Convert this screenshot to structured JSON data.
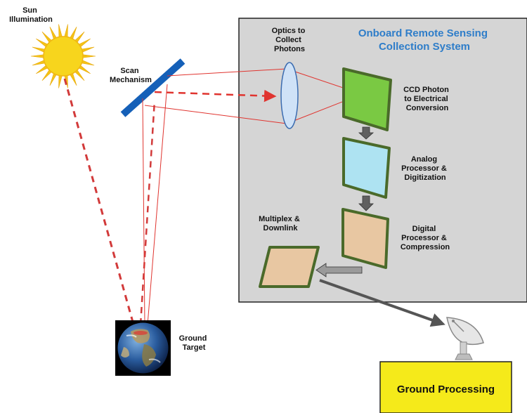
{
  "colors": {
    "system_box": "#d5d5d5",
    "title": "#2e7dc9",
    "ccd": "#7ac943",
    "analog": "#aee3f2",
    "digital": "#e8c7a2",
    "panel_border": "#4a6a2a",
    "beam": "#e0342f",
    "ground_processing": "#f5ea1a",
    "sun": "#f7d51d",
    "scan_mirror": "#1560b8"
  },
  "labels": {
    "sun": [
      "Sun",
      "Illumination"
    ],
    "scan": [
      "Scan",
      "Mechanism"
    ],
    "optics": [
      "Optics to",
      "Collect",
      "Photons"
    ],
    "system_title": [
      "Onboard Remote Sensing",
      "Collection System"
    ],
    "ccd": [
      "CCD Photon",
      "to Electrical",
      "Conversion"
    ],
    "analog": [
      "Analog",
      "Processor &",
      "Digitization"
    ],
    "digital": [
      "Digital",
      "Processor &",
      "Compression"
    ],
    "multiplex": [
      "Multiplex &",
      "Downlink"
    ],
    "ground_target": [
      "Ground",
      "Target"
    ],
    "ground_processing": "Ground Processing"
  },
  "icons": {
    "sun": "sun-icon",
    "earth": "earth-globe-icon",
    "dish": "satellite-dish-icon",
    "lens": "lens-icon",
    "mirror": "scan-mirror-icon"
  }
}
